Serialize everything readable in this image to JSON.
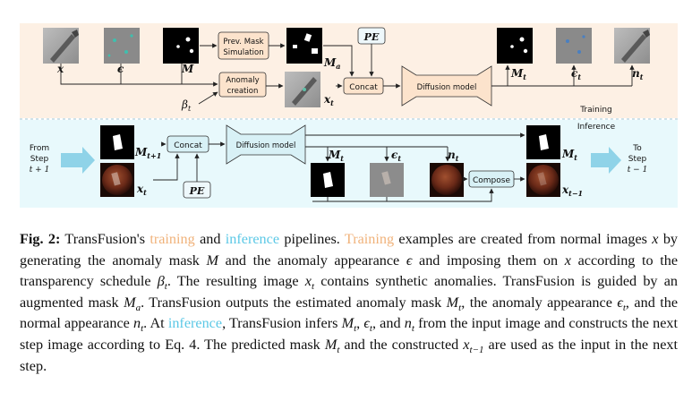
{
  "training": {
    "label": "Training",
    "x_label": "x",
    "eps_label": "ϵ",
    "M_label": "M",
    "beta_label": "β",
    "beta_sub": "t",
    "Ma_label": "M",
    "Ma_sub": "a",
    "xt_label": "x",
    "xt_sub": "t",
    "prev_mask_line1": "Prev. Mask",
    "prev_mask_line2": "Simulation",
    "anomaly_line1": "Anomaly",
    "anomaly_line2": "creation",
    "pe_label": "PE",
    "concat_label": "Concat",
    "diffusion_label": "Diffusion model",
    "Mt_label": "M",
    "Mt_sub": "t",
    "epst_label": "ϵ",
    "epst_sub": "t",
    "nt_label": "n",
    "nt_sub": "t"
  },
  "inference": {
    "label": "Inference",
    "from_line1": "From",
    "from_line2": "Step",
    "from_line3": "t + 1",
    "to_line1": "To",
    "to_line2": "Step",
    "to_line3": "t − 1",
    "Mt1_label": "M",
    "Mt1_sub": "t+1",
    "xt_label": "x",
    "xt_sub": "t",
    "concat_label": "Concat",
    "pe_label": "PE",
    "diffusion_label": "Diffusion model",
    "Mt_label": "M",
    "Mt_sub": "t",
    "epst_label": "ϵ",
    "epst_sub": "t",
    "nt_label": "n",
    "nt_sub": "t",
    "compose_label": "Compose",
    "Mt_out_label": "M",
    "Mt_out_sub": "t",
    "xt_out_label": "x",
    "xt_out_sub": "t−1"
  },
  "colors": {
    "training_bg": "#fdf0e4",
    "inference_bg": "#e8f9fc",
    "box_training": "#fce3cc",
    "box_inference": "#d8f1f6",
    "pe_box": "#eef8fb",
    "arrow_big": "#8fd3e8",
    "highlight_training": "#f0b27a",
    "highlight_inference": "#5bc8e6"
  },
  "caption": {
    "fig_label": "Fig. 2:",
    "p1": " TransFusion's ",
    "training_word": "training",
    "p2": " and ",
    "inference_word": "inference",
    "p3": " pipelines. ",
    "training_word2": "Training",
    "p4": " examples are created from normal images ",
    "p5": " by generating the anomaly mask ",
    "p6": " and the anomaly appearance ",
    "p7": " and imposing them on ",
    "p8": " according to the transparency schedule ",
    "p9": ". The resulting image ",
    "p10": " contains synthetic anomalies. TransFusion is guided by an augmented mask ",
    "p11": ". TransFusion outputs the estimated anomaly mask ",
    "p12": ", the anomaly appearance ",
    "p13": ", and the normal appearance ",
    "p14": ". At ",
    "inference_word2": "inference",
    "p15": ", TransFusion infers ",
    "p16": ", ",
    "p17": ", and ",
    "p18": " from the input image and constructs the next step image according to Eq. 4. The predicted mask ",
    "p19": " and the constructed ",
    "p20": " are used as the input in the next step.",
    "sym_x": "x",
    "sym_M": "M",
    "sym_eps": "ϵ",
    "sym_beta": "β",
    "sub_t": "t",
    "sub_a": "a",
    "sub_tm1": "t−1",
    "sym_n": "n"
  }
}
